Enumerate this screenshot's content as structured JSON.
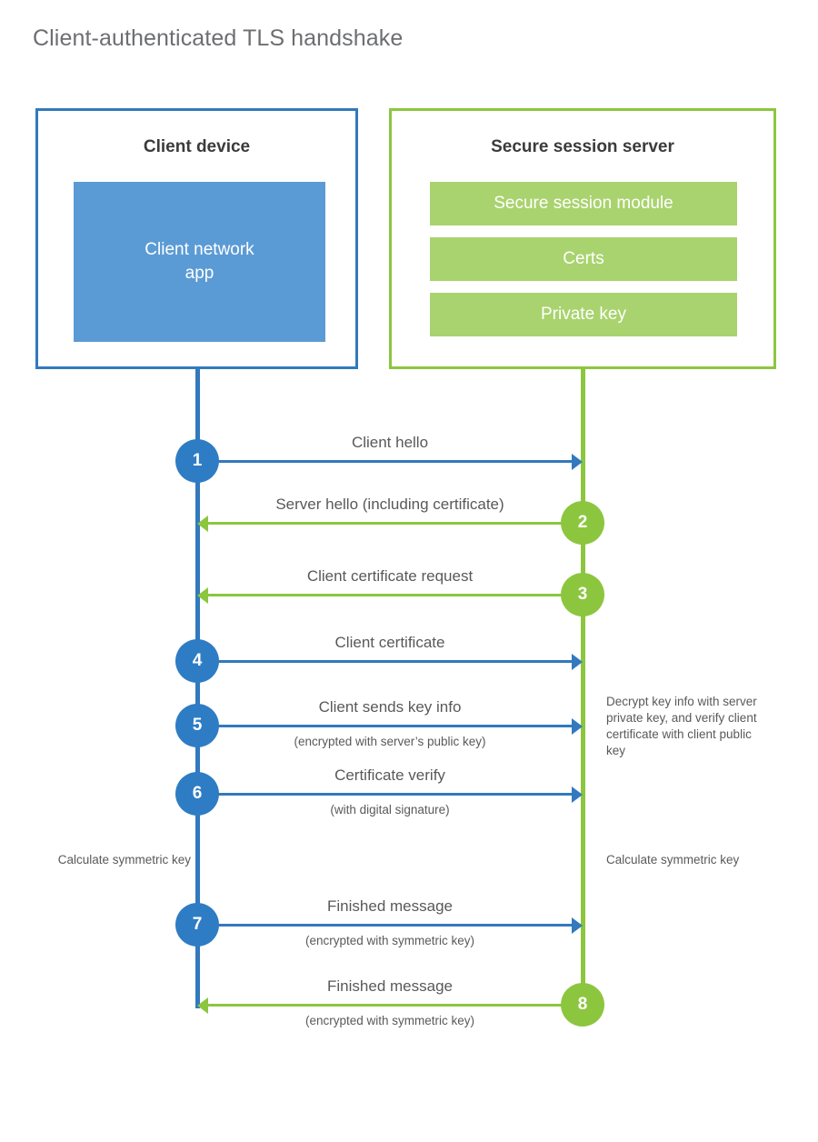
{
  "title": "Client-authenticated TLS handshake",
  "colors": {
    "client_border": "#3279bd",
    "client_app_fill": "#5b9bd5",
    "server_border": "#8cc63f",
    "server_bar_fill": "#a9d36e",
    "client_circle": "#2e7cc4",
    "server_circle": "#8cc63f",
    "text": "#58595b",
    "heading": "#3b3b3d"
  },
  "client_panel": {
    "heading": "Client device",
    "app_label": "Client network\napp"
  },
  "server_panel": {
    "heading": "Secure session server",
    "modules": [
      {
        "label": "Secure session module"
      },
      {
        "label": "Certs"
      },
      {
        "label": "Private key"
      }
    ]
  },
  "steps": [
    {
      "number": "1",
      "label": "Client hello",
      "sub": "",
      "direction": "client-to-server"
    },
    {
      "number": "2",
      "label": "Server hello (including certificate)",
      "sub": "",
      "direction": "server-to-client"
    },
    {
      "number": "3",
      "label": "Client certificate request",
      "sub": "",
      "direction": "server-to-client"
    },
    {
      "number": "4",
      "label": "Client certificate",
      "sub": "",
      "direction": "client-to-server"
    },
    {
      "number": "5",
      "label": "Client sends key info",
      "sub": "(encrypted with server’s public key)",
      "direction": "client-to-server"
    },
    {
      "number": "6",
      "label": "Certificate verify",
      "sub": "(with digital signature)",
      "direction": "client-to-server"
    },
    {
      "number": "7",
      "label": "Finished message",
      "sub": "(encrypted with symmetric key)",
      "direction": "client-to-server"
    },
    {
      "number": "8",
      "label": "Finished message",
      "sub": "(encrypted with symmetric key)",
      "direction": "server-to-client"
    }
  ],
  "notes": {
    "server_decrypt": "Decrypt key info with server private key, and verify client certificate with client public key",
    "client_calculate": "Calculate symmetric key",
    "server_calculate": "Calculate symmetric key"
  }
}
